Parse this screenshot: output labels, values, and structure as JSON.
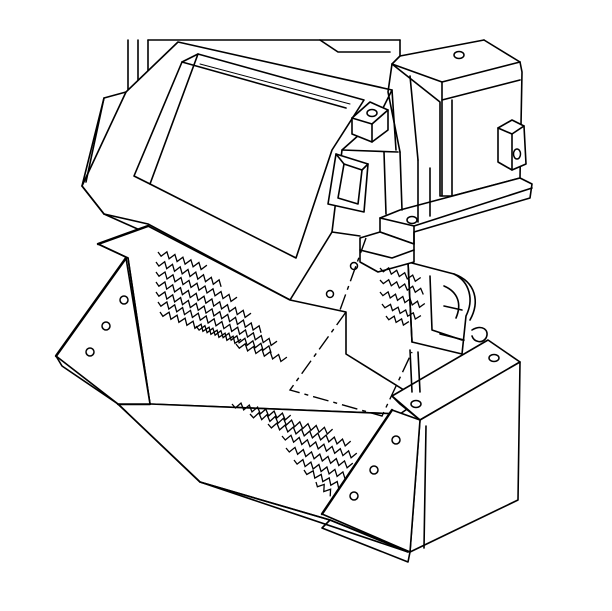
{
  "diagram": {
    "colors": {
      "background": "#ffffff",
      "line": "#000000"
    },
    "parts": [
      "upper-housing",
      "upper-housing-window",
      "lower-duct",
      "side-bracket",
      "front-panel",
      "cylinder-tube",
      "mounting-tab",
      "mounting-post",
      "slotted-bracket",
      "dashed-hidden-outline",
      "foam-seal-pattern"
    ]
  }
}
